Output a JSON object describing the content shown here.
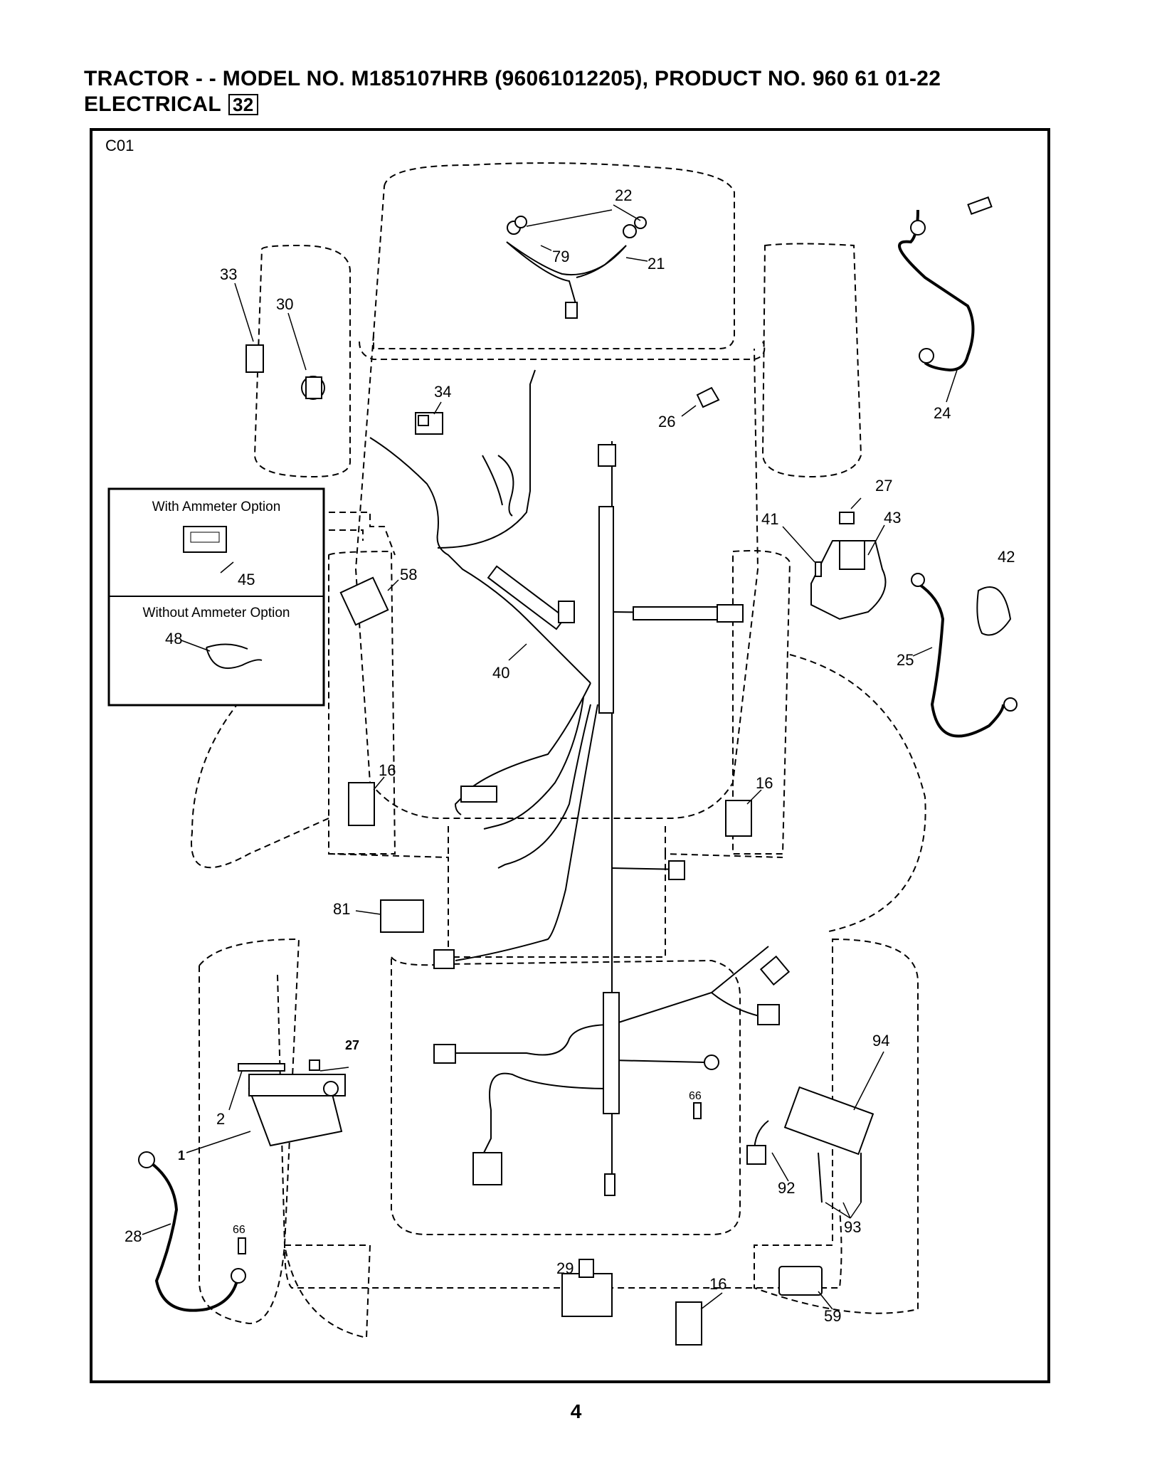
{
  "header": {
    "line1": "TRACTOR - - MODEL NO. M185107HRB   (96061012205), PRODUCT NO. 960 61 01-22",
    "line2": "ELECTRICAL",
    "section": "32"
  },
  "diagram_code": "C01",
  "options": {
    "with_ammeter": "With Ammeter Option",
    "without_ammeter": "Without Ammeter Option"
  },
  "labels": {
    "p22": "22",
    "p79": "79",
    "p21": "21",
    "p33": "33",
    "p30": "30",
    "p34": "34",
    "p26": "26",
    "p24": "24",
    "p27a": "27",
    "p41": "41",
    "p43": "43",
    "p42": "42",
    "p45": "45",
    "p48": "48",
    "p58": "58",
    "p40": "40",
    "p25": "25",
    "p16a": "16",
    "p16b": "16",
    "p81": "81",
    "p27b": "27",
    "p2": "2",
    "p1": "1",
    "p66a": "66",
    "p94": "94",
    "p92": "92",
    "p93": "93",
    "p28": "28",
    "p66b": "66",
    "p29": "29",
    "p16c": "16",
    "p59": "59"
  },
  "page_number": "4"
}
